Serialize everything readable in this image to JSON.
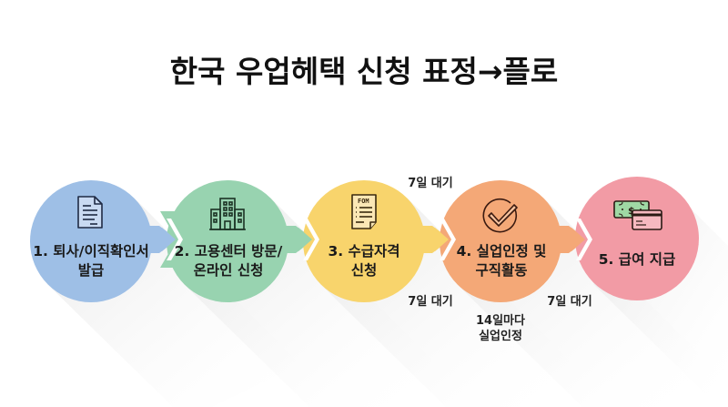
{
  "title": "한국 우업헤택 신청 표정→플로",
  "colors": {
    "step1": "#9ebfe6",
    "step2": "#98d3b0",
    "step3": "#f8d46c",
    "step4": "#f4a877",
    "step5": "#f29ba5",
    "text": "#1a1a1a",
    "shadow": "#ececec"
  },
  "steps": [
    {
      "number": "1",
      "line1": "1. 퇴사/이직확인서",
      "line2": "발급",
      "icon": "document-icon"
    },
    {
      "number": "2",
      "line1": "2. 고용센터 방문/",
      "line2": "온라인 신청",
      "icon": "building-icon"
    },
    {
      "number": "3",
      "line1": "3. 수급자격",
      "line2": "신청",
      "icon": "form-icon",
      "icon_text": "FOM"
    },
    {
      "number": "4",
      "line1": "4. 실업인정 및",
      "line2": "구직활동",
      "icon": "check-circle-icon"
    },
    {
      "number": "5",
      "line1": "5. 급여 지급",
      "line2": "",
      "icon": "money-card-icon",
      "icon_text": "$"
    }
  ],
  "notes": {
    "wait_top": "7일 대기",
    "wait_bottom_left": "7일 대기",
    "wait_bottom_right": "7일 대기",
    "recert_line1": "14일마다",
    "recert_line2": "실업인정"
  }
}
